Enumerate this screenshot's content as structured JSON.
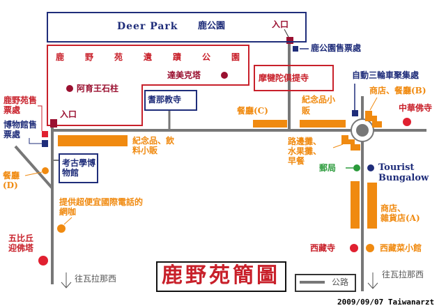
{
  "deer_park": {
    "en": "Deer Park",
    "zh": "鹿公園",
    "entrance": "入口",
    "ticket_office": "鹿公園售票處"
  },
  "sarnath_park": {
    "title": "鹿野苑遺蹟公園",
    "entrance": "入口",
    "dhamek_stupa": "達美克塔",
    "ashoka_pillar": "阿育王石柱",
    "ticket_office": "鹿野苑售票處"
  },
  "museum_ticket": "博物館售票處",
  "jain_temple": "耆那教寺",
  "mulagandha_temple": "摩犍陀俱提寺",
  "souvenir_drinks": "紀念品、飲料小販",
  "museum": "考古學博物館",
  "restaurant_d": "餐廳(D)",
  "internet_cafe": "提供超便宜國際電話的網咖",
  "chaukhandi_stupa": "五比丘迎佛塔",
  "to_varanasi_left": "往瓦拉那西",
  "to_varanasi_right": "往瓦拉那西",
  "title": "鹿野苑簡圖",
  "legend": {
    "road": "公路"
  },
  "credit": "2009/09/07 Taiwanarzt",
  "rickshaw_stand": "自動三輪車聚集處",
  "shops_restaurant_b": "商店、餐廳(B)",
  "chinese_temple": "中華佛寺",
  "restaurant_c": "餐廳(C)",
  "souvenir_stall": "紀念品小販",
  "street_stalls": [
    "路邊攤、",
    "水果攤、",
    "早餐"
  ],
  "post_office": "郵局",
  "tourist_bungalow": [
    "Tourist",
    "Bungalow"
  ],
  "shops_grocery_a": [
    "商店、",
    "雜貨店(A)"
  ],
  "tibetan_temple": "西藏寺",
  "tibetan_restaurant": "西藏菜小館",
  "colors": {
    "blue": "#1f2d7a",
    "red": "#c8202a",
    "dark_red": "#9a1030",
    "orange": "#f08a10",
    "road": "#777777",
    "green": "#2a9a3a"
  }
}
